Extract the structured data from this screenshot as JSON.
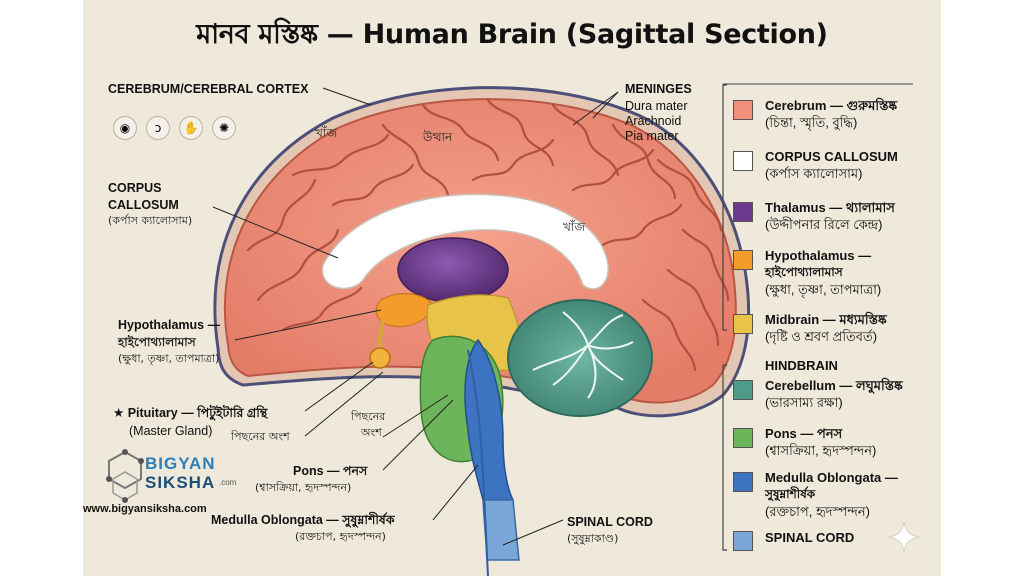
{
  "title": "মানব মস্তিষ্ক — Human Brain (Sagittal Section)",
  "labels": {
    "cerebrum": "CEREBRUM/CEREBRAL CORTEX",
    "meninges": "MENINGES",
    "dura": "Dura mater",
    "arachnoid": "Arachnoid",
    "pia": "Pia mater",
    "corpus_1": "CORPUS",
    "corpus_2": "CALLOSUM",
    "corpus_bn": "(কর্পাস ক্যালোসাম)",
    "sulcus_1": "খাঁজ",
    "gyrus": "উত্থান",
    "sulcus_2": "খাঁজ",
    "hypo_en": "Hypothalamus —",
    "hypo_bn": "হাইপোথ্যালামাস",
    "hypo_fn": "(ক্ষুধা, তৃষ্ণা, তাপমাত্রা)",
    "pit_star": "★",
    "pit_en": "Pituitary — পিটুইটারি গ্রন্থি",
    "pit_fn": "(Master Gland)",
    "posterior_1": "পিছনের অংশ",
    "posterior_2a": "পিছনের",
    "posterior_2b": "অংশ",
    "pons_en": "Pons — পনস",
    "pons_fn": "(শ্বাসক্রিয়া, হৃদস্পন্দন)",
    "med_en": "Medulla Oblongata — সুষুম্নাশীর্ষক",
    "med_fn": "(রক্তচাপ, হৃদস্পন্দন)",
    "spinal_en": "SPINAL CORD",
    "spinal_bn": "(সুষুম্নাকাণ্ড)"
  },
  "icons": [
    "eye-icon",
    "ear-icon",
    "hand-icon",
    "bulb-icon"
  ],
  "icon_glyphs": [
    "◉",
    "ↄ",
    "✋",
    "✺"
  ],
  "logo": {
    "line1": "BIGYAN",
    "line2": "SIKSHA",
    "tld": ".com"
  },
  "url": "www.bigyansiksha.com",
  "legend": {
    "items": [
      {
        "title": "Cerebrum — গুরুমস্তিষ্ক",
        "desc": "(চিন্তা, স্মৃতি, বুদ্ধি)",
        "color": "#f0907a"
      },
      {
        "title": "CORPUS CALLOSUM",
        "desc": "(কর্পাস ক্যালোসাম)",
        "color": "#ffffff"
      },
      {
        "title": "Thalamus — থ্যালামাস",
        "desc": "(উদ্দীপনার রিলে কেন্দ্র)",
        "color": "#6b3a8c"
      },
      {
        "title": "Hypothalamus —",
        "title2": "হাইপোথ্যালামাস",
        "desc": "(ক্ষুধা, তৃষ্ণা, তাপমাত্রা)",
        "color": "#f39c2c"
      },
      {
        "title": "Midbrain — মধ্যমস্তিষ্ক",
        "desc": "(দৃষ্টি ও শ্রবণ প্রতিবর্ত)",
        "color": "#e8c34a"
      }
    ],
    "hindbrain_heading": "HINDBRAIN",
    "hind_items": [
      {
        "title": "Cerebellum — লঘুমস্তিষ্ক",
        "desc": "(ভারসাম্য রক্ষা)",
        "color": "#4f9b8a"
      },
      {
        "title": "Pons — পনস",
        "desc": "(শ্বাসক্রিয়া, হৃদস্পন্দন)",
        "color": "#6db55a"
      },
      {
        "title": "Medulla Oblongata —",
        "title2": "সুষুম্নাশীর্ষক",
        "desc": "(রক্তচাপ, হৃদস্পন্দন)",
        "color": "#3d74c2"
      },
      {
        "title": "SPINAL CORD",
        "desc": "",
        "color": "#7aa6d8"
      }
    ]
  },
  "colors": {
    "cortex": "#ee8d78",
    "cortex_dark": "#c9614f",
    "meninges": "#5a5f8a",
    "corpus": "#ffffff",
    "thalamus": "#6b3a8c",
    "hypothalamus": "#f39c2c",
    "midbrain": "#e8c34a",
    "cerebellum": "#4f9b8a",
    "pons": "#6db55a",
    "medulla": "#3d74c2",
    "spinal": "#7aa6d8",
    "background": "#efe9db"
  }
}
